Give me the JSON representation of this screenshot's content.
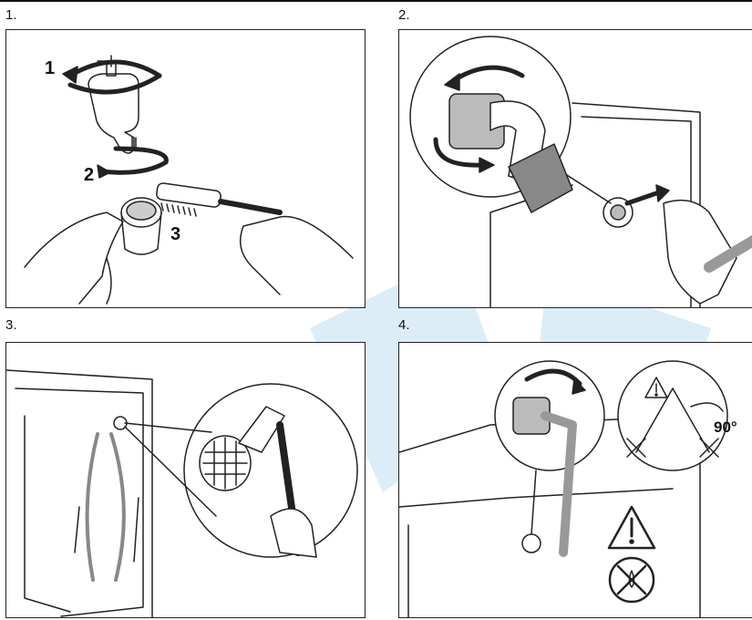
{
  "steps": [
    {
      "label": "1.",
      "callouts": [
        "1",
        "2",
        "3"
      ],
      "icons": [
        "tap-icon",
        "rotate-arrow-icon",
        "filter-icon",
        "brush-icon",
        "hand-icon"
      ]
    },
    {
      "label": "2.",
      "icons": [
        "hose-connector-icon",
        "rotate-arrow-icon",
        "hand-icon",
        "washer-icon"
      ]
    },
    {
      "label": "3.",
      "icons": [
        "washer-back-icon",
        "filter-icon",
        "brush-icon",
        "hand-icon"
      ]
    },
    {
      "label": "4.",
      "callouts": [
        "90°"
      ],
      "icons": [
        "hose-connector-icon",
        "rotate-arrow-icon",
        "warning-icon",
        "no-water-icon"
      ]
    }
  ],
  "colors": {
    "line": "#222222",
    "watermark": "#4a9fd8"
  }
}
